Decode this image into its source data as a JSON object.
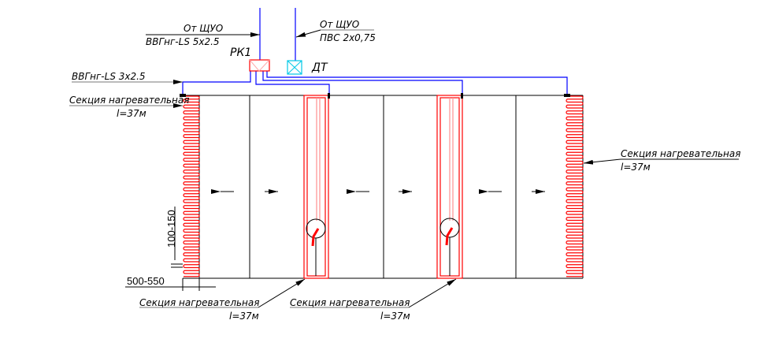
{
  "colors": {
    "wire": "#0000ff",
    "heating": "#ff0000",
    "sensor": "#00c8e6",
    "lines": "#000000"
  },
  "labels": {
    "feed_main_from": "От ЩУО",
    "feed_main_cable": "ВВГнг-LS 5x2.5",
    "feed_sensor_from": "От ЩУО",
    "feed_sensor_cable": "ПВС 2x0,75",
    "box_rk1": "РК1",
    "sensor_dt": "ДТ",
    "section_cable": "ВВГнг-LS 3x2.5",
    "section_left_title": "Секция нагревательная",
    "section_left_length": "l=37м",
    "section_right_title": "Секция нагревательная",
    "section_right_length": "l=37м",
    "section_door1_title": "Секция нагревательная",
    "section_door1_length": "l=37м",
    "section_door2_title": "Секция нагревательная",
    "section_door2_length": "l=37м",
    "dim_pitch": "100-150",
    "dim_width": "500-550"
  }
}
